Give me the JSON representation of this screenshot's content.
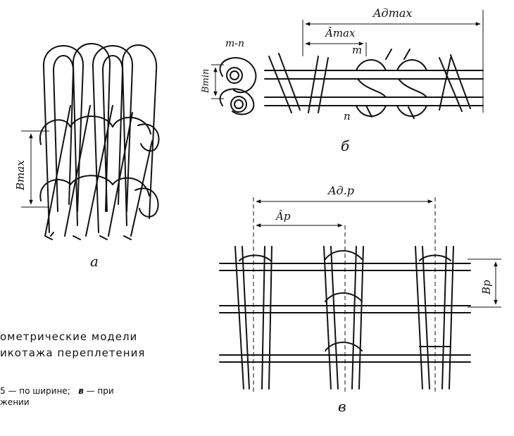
{
  "labels": {
    "fig_a": "а",
    "fig_b": "б",
    "fig_v": "в",
    "b_max": "Bmax",
    "b_min": "Bmin",
    "a_d_max": "Aдmax",
    "a_max_hat": "Âmax",
    "m": "m",
    "n": "n",
    "m_n": "m-n",
    "a_dp": "Aд.р",
    "a_p_hat": "Âр",
    "b_p": "Bр"
  },
  "caption": {
    "line1": "ометрические    модели",
    "line2": "икотажа  переплетения",
    "line3_a": "5 — по   ширине;",
    "line3_b": "в",
    "line3_c": "— при",
    "line4": "жении"
  },
  "colors": {
    "ink": "#111111",
    "paper": "#ffffff"
  }
}
